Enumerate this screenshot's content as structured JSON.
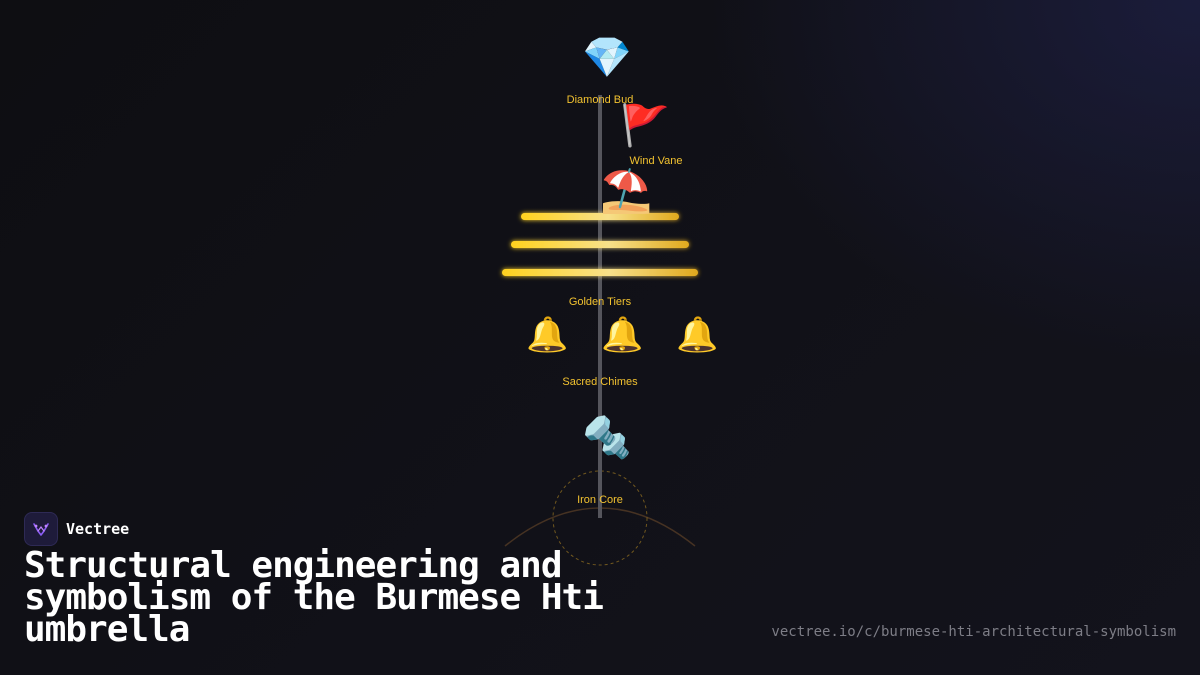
{
  "brand": {
    "name": "Vectree"
  },
  "title": "Structural engineering and symbolism of the Burmese Hti umbrella",
  "url": "vectree.io/c/burmese-hti-architectural-symbolism",
  "diagram": {
    "labels": {
      "diamond_bud": "Diamond Bud",
      "wind_vane": "Wind Vane",
      "golden_tiers": "Golden Tiers",
      "sacred_chimes": "Sacred Chimes",
      "iron_core": "Iron Core"
    },
    "icons": {
      "diamond": "gem-icon",
      "flag": "flag-icon",
      "umbrella": "umbrella-icon",
      "bell": "bell-icon",
      "bolt": "bolt-icon"
    },
    "colors": {
      "label": "#f2c230",
      "gold": "#f5c518",
      "mast": "#55555c",
      "accent": "#8b5cf6"
    }
  }
}
